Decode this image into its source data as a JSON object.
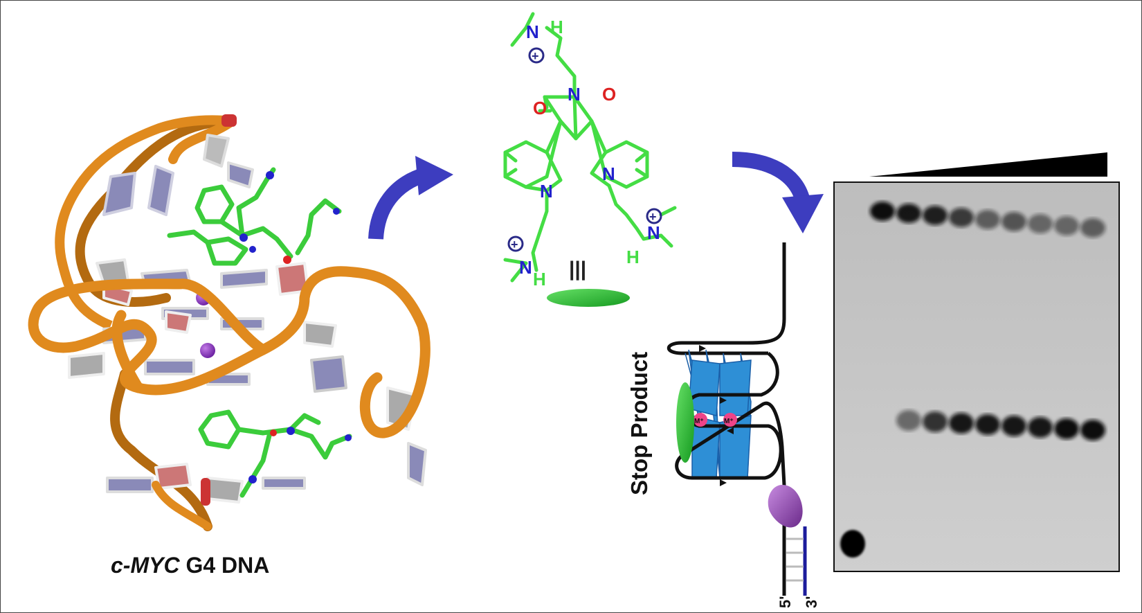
{
  "structure_caption": {
    "gene": "c-MYC",
    "rest": " G4 DNA"
  },
  "ligand": {
    "atoms": {
      "N": "N",
      "H": "H",
      "O": "O",
      "charge": "+"
    },
    "stacking_symbol": "|||"
  },
  "primer_extension": {
    "stop_label": "Stop Product",
    "five_prime": "5'",
    "three_prime": "3'",
    "ion_label": "M⁺"
  },
  "gel": {
    "lanes": 9,
    "ligand_gradient": "increasing concentration"
  },
  "colors": {
    "ribbon": "#e08a1e",
    "ligand": "#44dd44",
    "nitrogen": "#2222cc",
    "oxygen": "#dd2222",
    "arrow": "#3d3dbf",
    "quartet": "#2e8fd6",
    "polymerase": "#8a3fa0",
    "ion": "#ee4488"
  }
}
